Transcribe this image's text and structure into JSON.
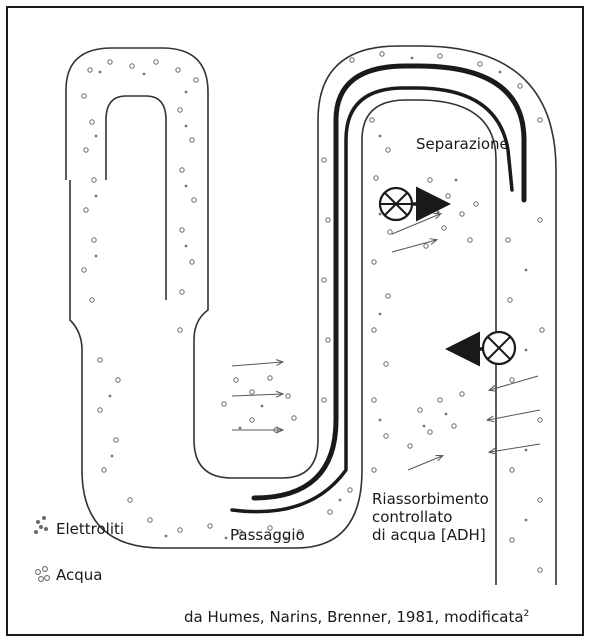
{
  "labels": {
    "separazione": "Separazione",
    "riassorbimento_1": "Riassorbimento",
    "riassorbimento_2": "controllato",
    "riassorbimento_3": "di acqua [ADH]",
    "passaggio": "Passaggio"
  },
  "legend": {
    "elettroliti": "Elettroliti",
    "acqua": "Acqua"
  },
  "credit": {
    "text": "da Humes, Narins, Brenner, 1981, modificata",
    "superscript": "2"
  },
  "colors": {
    "ink": "#1a1a1a",
    "dots": "#6a6a6a",
    "tube_outline": "#333333"
  },
  "icons": {
    "pump": "circle-cross-pump-icon",
    "arrow": "arrow-icon"
  }
}
